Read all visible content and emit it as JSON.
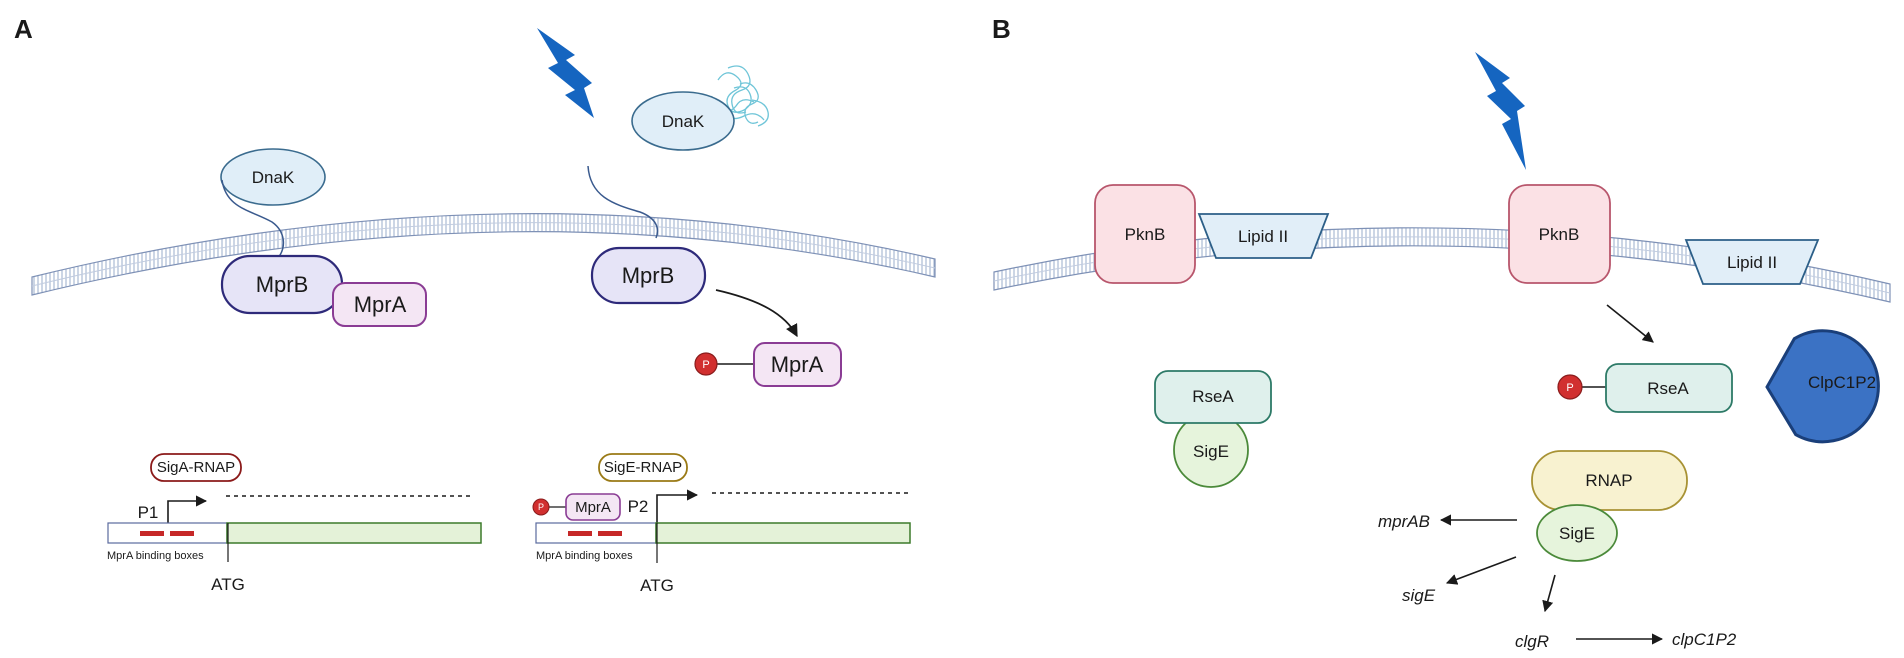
{
  "panel_a": {
    "label": "A",
    "dnak_bound": "DnaK",
    "dnak_free": "DnaK",
    "mprb_left": "MprB",
    "mpra_left": "MprA",
    "mprb_right": "MprB",
    "mpra_phospho": "MprA",
    "phospho_symbol": "P",
    "promoter1": {
      "sigma_label": "SigA-RNAP",
      "promoter_label": "P1",
      "binding_boxes_label": "MprA binding boxes",
      "start_label": "ATG"
    },
    "promoter2": {
      "sigma_label": "SigE-RNAP",
      "activator_label": "MprA",
      "phospho_symbol": "P",
      "promoter_label": "P2",
      "binding_boxes_label": "MprA binding boxes",
      "start_label": "ATG"
    }
  },
  "panel_b": {
    "label": "B",
    "pknb_left": "PknB",
    "lipid_left": "Lipid II",
    "pknb_right": "PknB",
    "lipid_right": "Lipid II",
    "rsea_left": "RseA",
    "sige_left": "SigE",
    "rsea_right": "RseA",
    "phospho_symbol": "P",
    "protease_label": "ClpC1P2",
    "rnap_label": "RNAP",
    "sige_right": "SigE",
    "targets": {
      "mprab": "mprAB",
      "sige": "sigE",
      "clgr": "clgR",
      "clpc1p2": "clpC1P2"
    }
  },
  "colors": {
    "membrane": "#8ea2c4",
    "mprb_fill": "#e6e4f7",
    "mprb_stroke": "#2e2a7a",
    "mpra_fill": "#f4e6f4",
    "mpra_stroke": "#8a3c94",
    "dnak_fill": "#e0eef8",
    "dnak_stroke": "#3a6b8e",
    "phospho": "#d12f2f",
    "lightning": "#1565c0",
    "siga_stroke": "#8b1a1a",
    "sige_rnap_stroke": "#9a7a16",
    "gene_fill": "#e4f2d8",
    "gene_stroke": "#3c7a2a",
    "pknb_fill": "#fbe1e5",
    "pknb_stroke": "#b8566c",
    "lipid_fill": "#e1eef8",
    "lipid_stroke": "#2c5f88",
    "rsea_fill": "#dff0ec",
    "rsea_stroke": "#2d7a67",
    "sige_fill": "#e6f4dc",
    "sige_stroke": "#4b8a3a",
    "rnap_fill": "#f8f2d0",
    "rnap_stroke": "#a89234",
    "clp_fill": "#3b72c4",
    "clp_stroke": "#1a3f7a"
  }
}
